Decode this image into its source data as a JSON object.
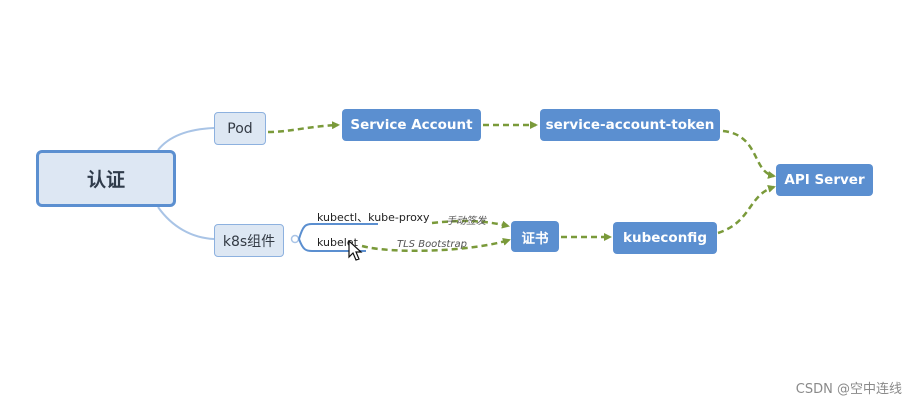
{
  "root": {
    "label": "认证"
  },
  "branches": {
    "pod": "Pod",
    "k8s": "k8s组件"
  },
  "leaves": {
    "kubectl_proxy": "kubectl、kube-proxy",
    "kubelet": "kubelet"
  },
  "nodes": {
    "service_account": "Service Account",
    "sa_token": "service-account-token",
    "cert": "证书",
    "kubeconfig": "kubeconfig",
    "api_server": "API Server"
  },
  "edge_labels": {
    "manual": "手动签发",
    "tls": "TLS Bootstrap"
  },
  "watermark": "CSDN @空中连线",
  "colors": {
    "node_blue": "#5b8fd0",
    "node_light": "#dde7f3",
    "arrow_green": "#7a9a3a",
    "connector": "#a9c4e6"
  }
}
